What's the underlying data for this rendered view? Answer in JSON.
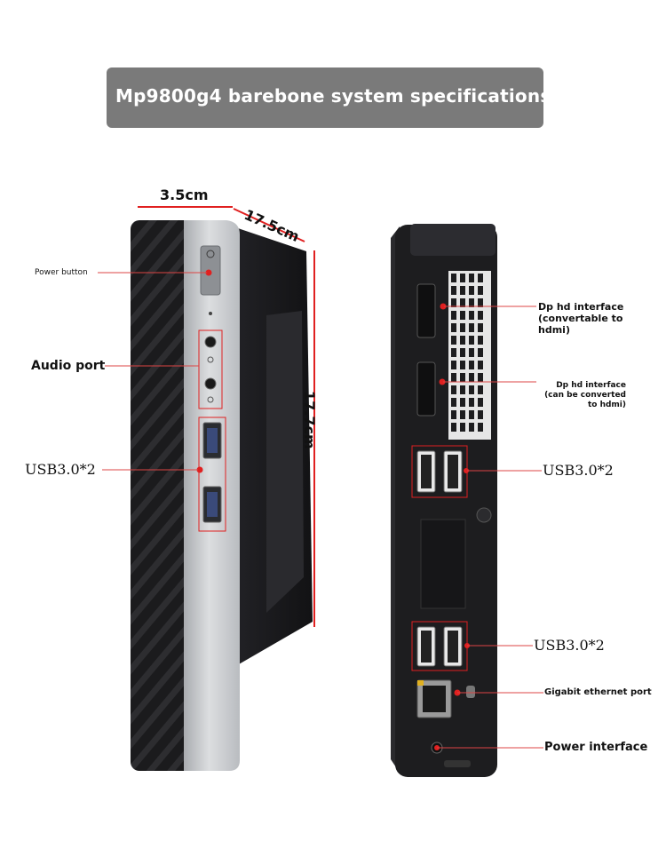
{
  "title": "Mp9800g4 barebone system specifications",
  "dimensions": {
    "width": "3.5cm",
    "depth": "17.5cm",
    "height": "17.7cm"
  },
  "front_labels": {
    "power_button": "Power button",
    "audio_port": "Audio port",
    "usb": "USB3.0*2"
  },
  "rear_labels": {
    "dp1_line1": "Dp hd interface",
    "dp1_line2": "(convertable to",
    "dp1_line3": "hdmi)",
    "dp2_line1": "Dp hd interface",
    "dp2_line2": "(can be converted",
    "dp2_line3": "to hdmi)",
    "usb_top": "USB3.0*2",
    "usb_bottom": "USB3.0*2",
    "ethernet": "Gigabit ethernet port",
    "power_interface": "Power interface"
  },
  "colors": {
    "accent_red": "#e02020",
    "banner": "#7a7a7a",
    "chassis_black": "#1d1d1f",
    "silver_panel": "#cfd1d4"
  }
}
